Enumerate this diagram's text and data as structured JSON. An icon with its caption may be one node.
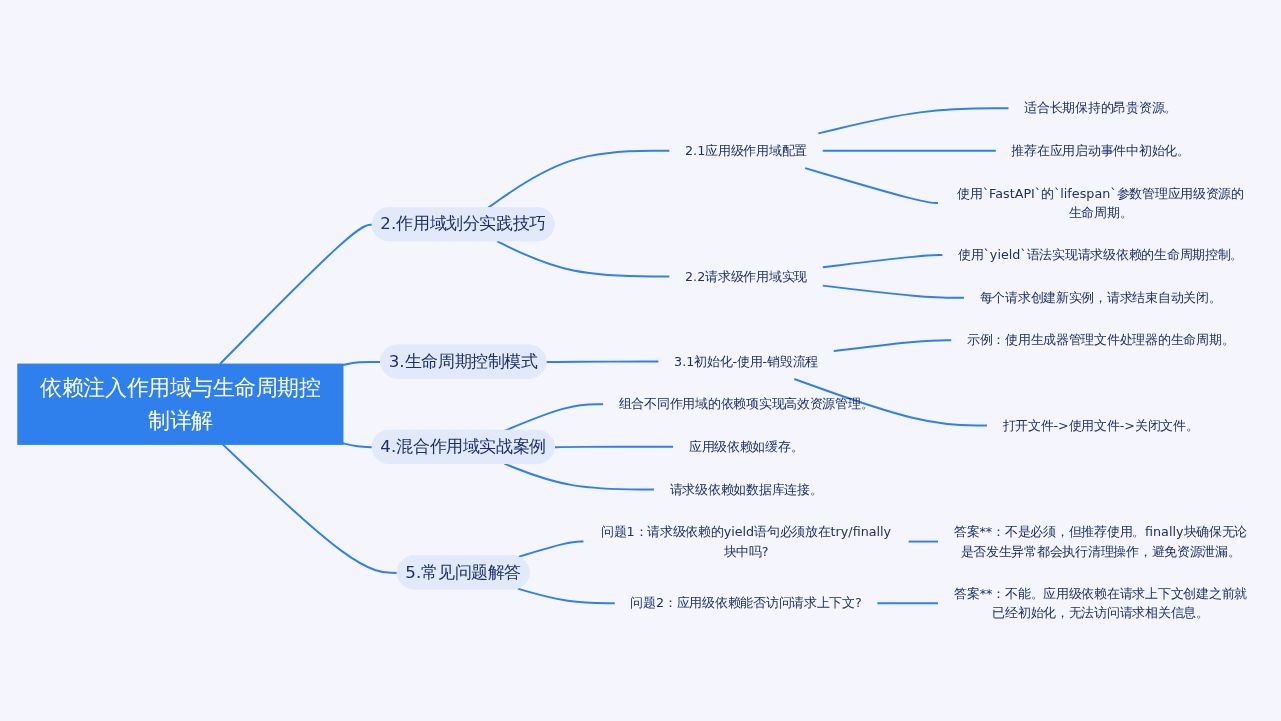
{
  "diagram": {
    "nodes": [
      {
        "text": [
          "依赖注入作用域与生命周期控制详解"
        ]
      },
      {
        "text": [
          "2.作用域划分实践技巧"
        ]
      },
      {
        "text": [
          "2.1应用级作用域配置"
        ]
      },
      {
        "text": [
          "适合长期保持的昂贵资源。"
        ]
      },
      {
        "text": [
          "推荐在应用启动事件中初始化。"
        ]
      },
      {
        "text": [
          "使用`FastAPI`的`lifespan`参数管理应用级资源的生命周期。"
        ]
      },
      {
        "text": [
          "2.2请求级作用域实现"
        ]
      },
      {
        "text": [
          "使用`yield`语法实现请求级依赖的生命周期控制。"
        ]
      },
      {
        "text": [
          "每个请求创建新实例，请求结束自动关闭。"
        ]
      },
      {
        "text": [
          "3.生命周期控制模式"
        ]
      },
      {
        "text": [
          "3.1初始化-使用-销毁流程"
        ]
      },
      {
        "text": [
          "示例：使用生成器管理文件处理器的生命周期。"
        ]
      },
      {
        "text": [
          "打开文件->使用文件->关闭文件。"
        ]
      },
      {
        "text": [
          "4.混合作用域实战案例"
        ]
      },
      {
        "text": [
          "组合不同作用域的依赖项实现高效资源管理。"
        ]
      },
      {
        "text": [
          "应用级依赖如缓存。"
        ]
      },
      {
        "text": [
          "请求级依赖如数据库连接。"
        ]
      },
      {
        "text": [
          "5.常见问题解答"
        ]
      },
      {
        "text": [
          "问题1：请求级依赖的yield语句必须放在try/finally块中吗?"
        ]
      },
      {
        "text": [
          "答案**：不是必须，但推荐使用。finally块确保无论是否发生异常都会执行清理操作，避免资源泄漏。"
        ]
      },
      {
        "text": [
          "问题2：应用级依赖能否访问请求上下文?"
        ]
      },
      {
        "text": [
          "答案**：不能。应用级依赖在请求上下文创建之前就已经初始化，无法访问请求相关信息。"
        ]
      }
    ],
    "edges": [
      {
        "from": 0,
        "to": 1,
        "arrow": "none"
      },
      {
        "from": 1,
        "to": 2,
        "arrow": "none"
      },
      {
        "from": 2,
        "to": 3,
        "arrow": "none"
      },
      {
        "from": 2,
        "to": 4,
        "arrow": "none"
      },
      {
        "from": 2,
        "to": 5,
        "arrow": "none"
      },
      {
        "from": 1,
        "to": 6,
        "arrow": "none"
      },
      {
        "from": 6,
        "to": 7,
        "arrow": "none"
      },
      {
        "from": 6,
        "to": 8,
        "arrow": "none"
      },
      {
        "from": 0,
        "to": 9,
        "arrow": "none"
      },
      {
        "from": 9,
        "to": 10,
        "arrow": "none"
      },
      {
        "from": 10,
        "to": 11,
        "arrow": "none"
      },
      {
        "from": 10,
        "to": 12,
        "arrow": "none"
      },
      {
        "from": 0,
        "to": 13,
        "arrow": "none"
      },
      {
        "from": 13,
        "to": 14,
        "arrow": "none"
      },
      {
        "from": 13,
        "to": 15,
        "arrow": "none"
      },
      {
        "from": 13,
        "to": 16,
        "arrow": "none"
      },
      {
        "from": 0,
        "to": 17,
        "arrow": "none"
      },
      {
        "from": 17,
        "to": 18,
        "arrow": "none"
      },
      {
        "from": 18,
        "to": 19,
        "arrow": "none"
      },
      {
        "from": 17,
        "to": 20,
        "arrow": "none"
      },
      {
        "from": 20,
        "to": 21,
        "arrow": "none"
      }
    ]
  }
}
